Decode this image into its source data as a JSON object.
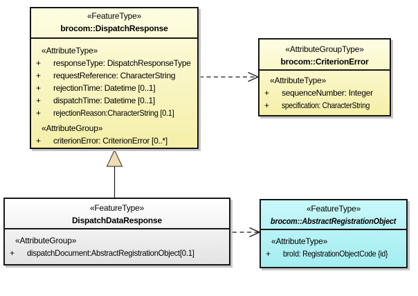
{
  "visibility_prefix": "+",
  "boxes": {
    "dispatch_response": {
      "stereotype": "«FeatureType»",
      "name": "brocom::DispatchResponse",
      "attribute_type_label": "«AttributeType»",
      "attributes": [
        "responseType: DispatchResponseType",
        "requestReference: CharacterString",
        "rejectionTime: Datetime [0..1]",
        "dispatchTime: Datetime [0..1]",
        "rejectionReason:CharacterString [0.1]"
      ],
      "attribute_group_label": "«AttributeGroup»",
      "group_attributes": [
        "criterionError: CriterionError [0..*]"
      ],
      "fill_top": "#fefde2",
      "fill_bottom": "#f5efa8"
    },
    "criterion_error": {
      "stereotype": "«AttributeGroupType»",
      "name": "brocom::CriterionError",
      "attribute_type_label": "«AttributeType»",
      "attributes": [
        "sequenceNumber: Integer",
        "specification: CharacterString"
      ],
      "fill_top": "#fefde2",
      "fill_bottom": "#f5efa8"
    },
    "dispatch_data_response": {
      "stereotype": "«FeatureType»",
      "name": "DispatchDataResponse",
      "attribute_group_label": "«AttributeGroup»",
      "group_attributes": [
        "dispatchDocument:AbstractRegistrationObject[0.1]"
      ],
      "fill_top": "#ffffff",
      "fill_bottom": "#e3e3e3"
    },
    "abstract_registration_object": {
      "stereotype": "«FeatureType»",
      "name": "brocom::AbstractRegistrationObject",
      "name_style": "bold-italic",
      "attribute_type_label": "«AttributeType»",
      "attributes": [
        "broId: RegistrationObjectCode {id}"
      ],
      "fill_top": "#c9f8fa",
      "fill_bottom": "#a4edf1"
    }
  },
  "connectors": [
    {
      "type": "dependency",
      "from": "brocom::DispatchResponse",
      "to": "brocom::CriterionError",
      "line": "dashed",
      "arrowhead": "open"
    },
    {
      "type": "generalization",
      "from": "DispatchDataResponse",
      "to": "brocom::DispatchResponse",
      "line": "solid",
      "arrowhead": "hollow-triangle",
      "arrowhead_fill": "#f0ddb3"
    },
    {
      "type": "dependency",
      "from": "DispatchDataResponse",
      "to": "brocom::AbstractRegistrationObject",
      "line": "dashed",
      "arrowhead": "open"
    }
  ],
  "colors": {
    "background": "#ffffff",
    "border": "#161616",
    "shadow": "#c6c6c6",
    "text": "#000000",
    "generalization_triangle_fill": "#f0ddb3"
  }
}
